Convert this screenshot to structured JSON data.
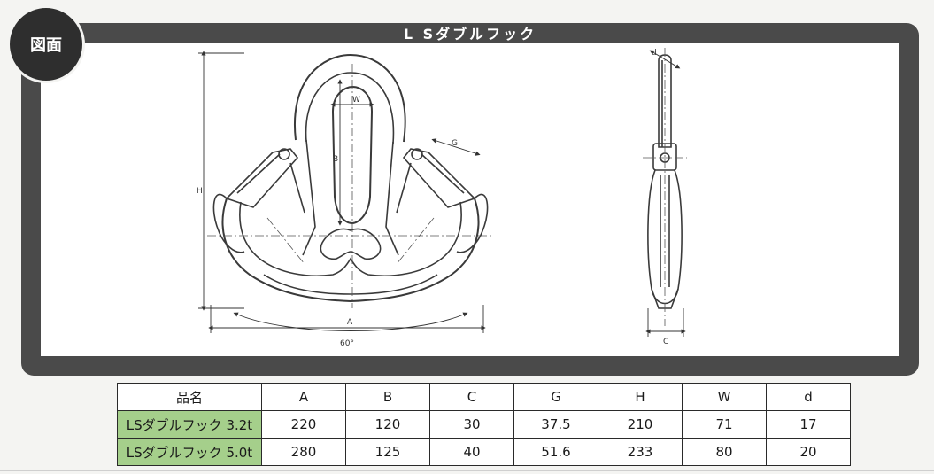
{
  "badge": {
    "label": "図面"
  },
  "frame": {
    "title": "L Sダブルフック"
  },
  "drawing": {
    "front_labels": {
      "w": "W",
      "b": "B",
      "g": "G",
      "h": "H",
      "a": "A",
      "angle": "60°"
    },
    "side_labels": {
      "d": "d",
      "c": "C"
    }
  },
  "table": {
    "headers": [
      "品名",
      "A",
      "B",
      "C",
      "G",
      "H",
      "W",
      "d"
    ],
    "rows": [
      [
        "LSダブルフック 3.2t",
        "220",
        "120",
        "30",
        "37.5",
        "210",
        "71",
        "17"
      ],
      [
        "LSダブルフック 5.0t",
        "280",
        "125",
        "40",
        "51.6",
        "233",
        "80",
        "20"
      ]
    ],
    "highlight_color": "#a5cf8b"
  },
  "colors": {
    "frame": "#4a4a4a",
    "badge": "#2e2e2e"
  }
}
